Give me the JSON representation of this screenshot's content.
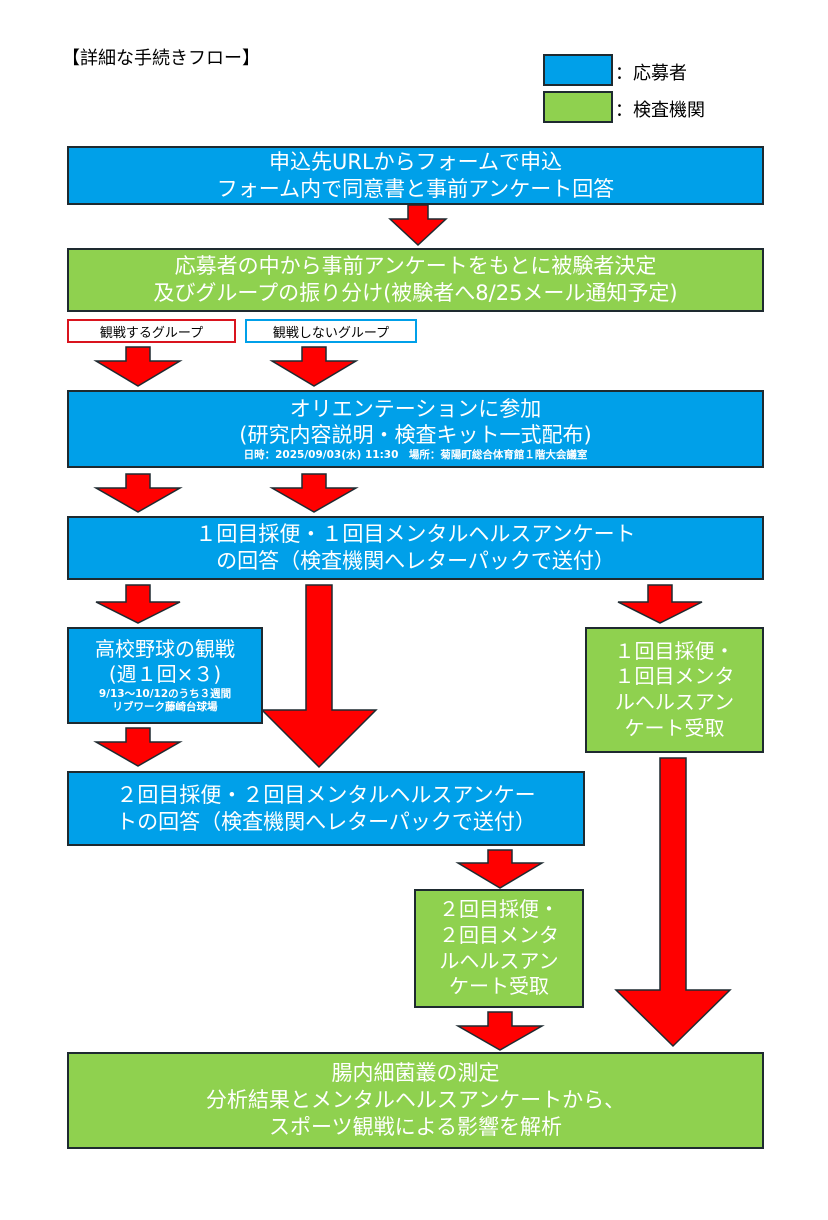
{
  "title": "【詳細な手続きフロー】",
  "legend": [
    {
      "label": "：応募者",
      "color": "#00a0e9"
    },
    {
      "label": "：検査機関",
      "color": "#8fd14f"
    }
  ],
  "colors": {
    "applicant": "#00a0e9",
    "lab": "#8fd14f",
    "arrow": "#ff0000",
    "watch_tag": "#d9141e",
    "nowatch_tag": "#00a0e9"
  },
  "steps": {
    "apply": {
      "line1": "申込先URLからフォームで申込",
      "line2": "フォーム内で同意書と事前アンケート回答"
    },
    "select": {
      "line1": "応募者の中から事前アンケートをもとに被験者決定",
      "line2": "及びグループの振り分け(被験者へ8/25メール通知予定)"
    },
    "groups": {
      "watch": "観戦するグループ",
      "no_watch": "観戦しないグループ"
    },
    "orientation": {
      "line1": "オリエンテーションに参加",
      "line2": "(研究内容説明・検査キット一式配布)",
      "note": "日時：2025/09/03(水) 11:30　場所：菊陽町総合体育館１階大会議室"
    },
    "first_sample": {
      "line1": "１回目採便・１回目メンタルヘルスアンケート",
      "line2": "の回答（検査機関へレターパックで送付）"
    },
    "watching": {
      "line1": "高校野球の観戦",
      "line2": "(週１回×３)",
      "note1": "9/13〜10/12のうち３週間",
      "note2": "リブワーク藤崎台球場"
    },
    "first_receive": {
      "line1": "１回目採便・",
      "line2": "１回目メンタ",
      "line3": "ルヘルスアン",
      "line4": "ケート受取"
    },
    "second_sample": {
      "line1": "２回目採便・２回目メンタルヘルスアンケー",
      "line2": "トの回答（検査機関へレターパックで送付）"
    },
    "second_receive": {
      "line1": "２回目採便・",
      "line2": "２回目メンタ",
      "line3": "ルヘルスアン",
      "line4": "ケート受取"
    },
    "analysis": {
      "line1": "腸内細菌叢の測定",
      "line2": "分析結果とメンタルヘルスアンケートから、",
      "line3": "スポーツ観戦による影響を解析"
    }
  }
}
